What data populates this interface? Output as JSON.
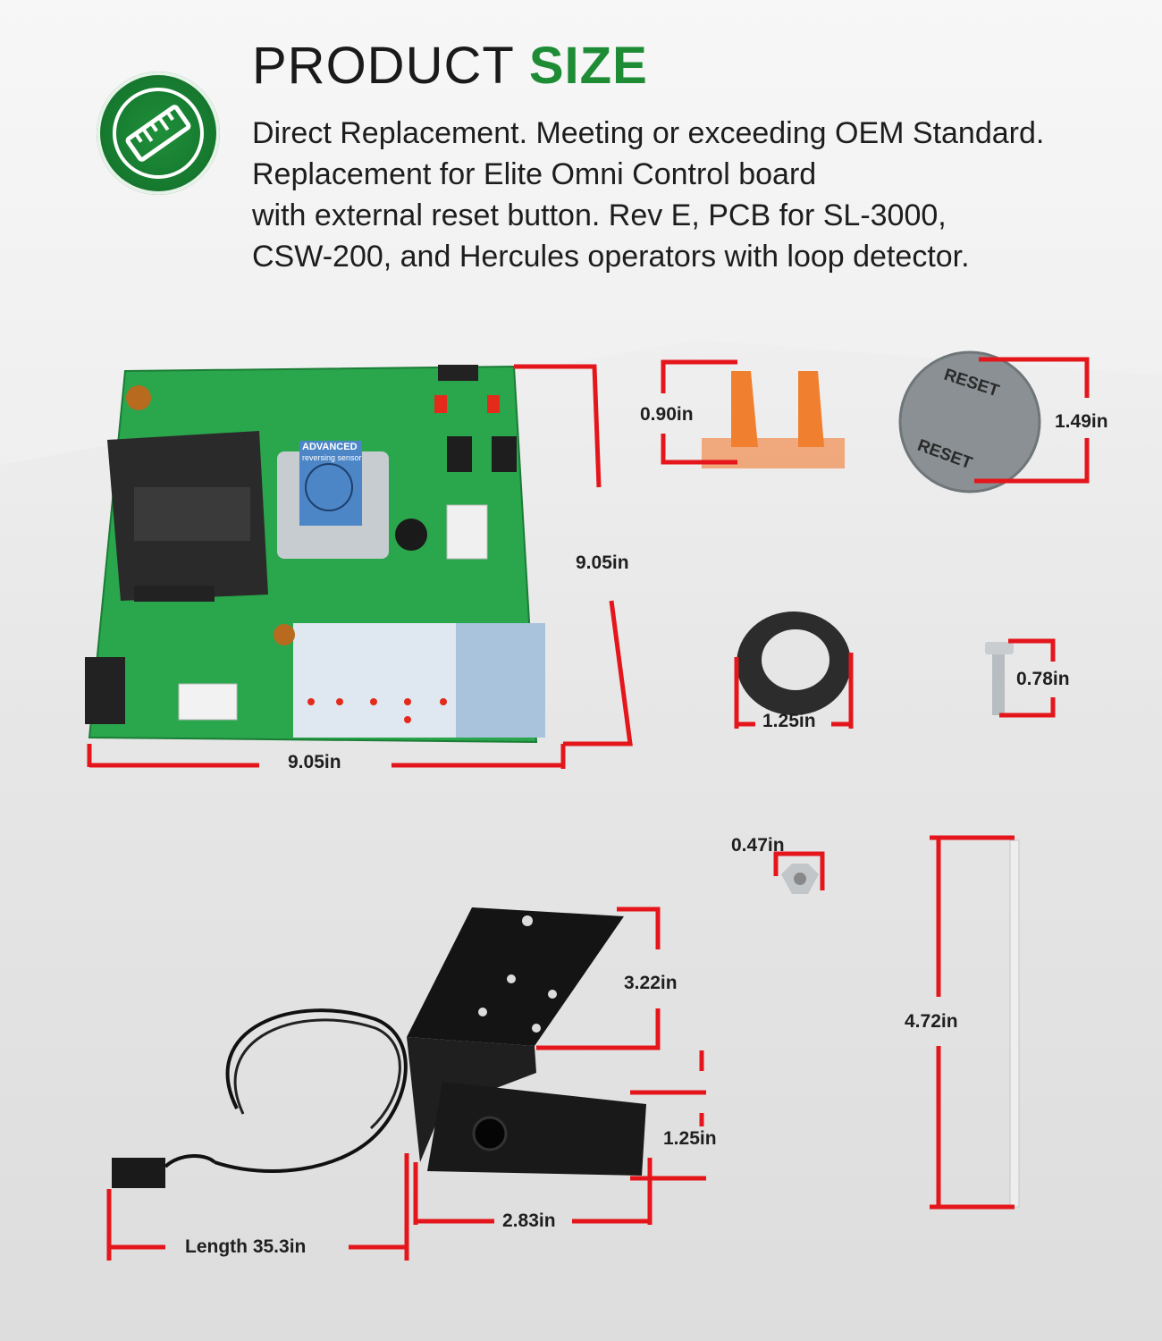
{
  "header": {
    "title_plain": "PRODUCT",
    "title_accent": "SIZE",
    "badge_icon": "ruler-icon",
    "description_lines": [
      "Direct Replacement. Meeting or exceeding OEM Standard.",
      "Replacement for Elite Omni Control board",
      "with external reset button. Rev E, PCB for SL-3000,",
      "CSW-200, and Hercules operators with loop detector."
    ]
  },
  "colors": {
    "accent": "#1e8c35",
    "dimension_line": "#e4161b",
    "pcb": "#27a348"
  },
  "board": {
    "sticker_title": "ADVANCED",
    "sticker_sub": "reversing sensor",
    "height_label": "9.05in",
    "width_label": "9.05in"
  },
  "parts": {
    "terminal_height": "0.90in",
    "reset_diameter": "1.49in",
    "reset_text_top": "RESET",
    "reset_text_bottom": "RESET",
    "grommet_width": "1.25in",
    "screw_length": "0.78in",
    "nut_width": "0.47in",
    "zip_tie_length": "4.72in",
    "bracket_height": "3.22in",
    "bracket_depth": "1.25in",
    "bracket_width": "2.83in",
    "cable_length": "Length 35.3in"
  }
}
